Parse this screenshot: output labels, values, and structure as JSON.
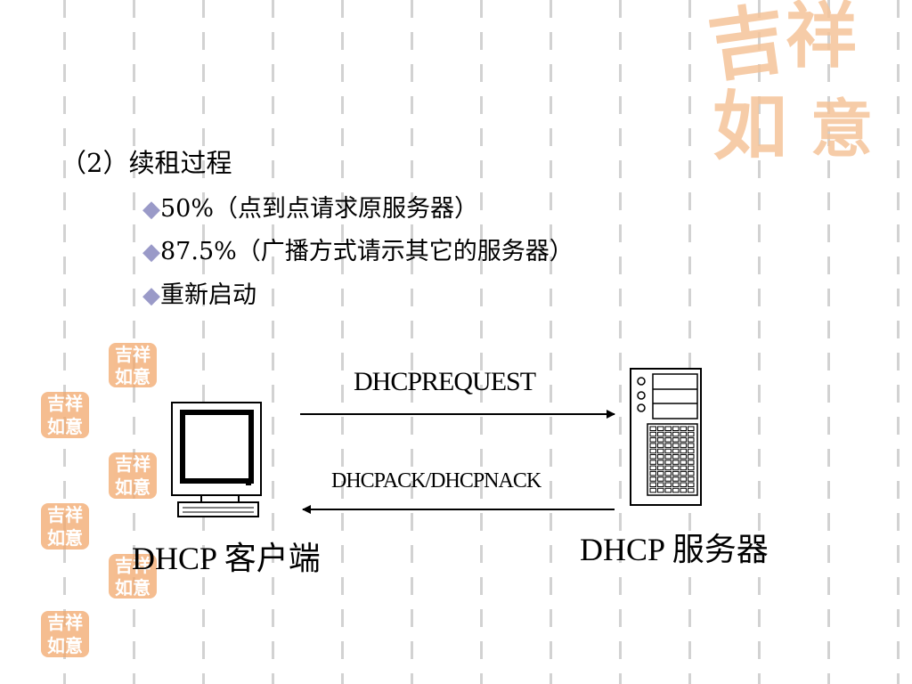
{
  "slide": {
    "title": "（2）续租过程",
    "bullets": [
      {
        "icon": "diamond-bullet-icon",
        "text": "50%（点到点请求原服务器）"
      },
      {
        "icon": "diamond-bullet-icon",
        "text": "87.5%（广播方式请示其它的服务器）"
      },
      {
        "icon": "diamond-bullet-icon",
        "text": "重新启动"
      }
    ]
  },
  "diagram": {
    "client_label": "DHCP 客户端",
    "server_label": "DHCP 服务器",
    "request_label": "DHCPREQUEST",
    "response_label": "DHCPACK/DHCPNACK",
    "request_direction": "client-to-server",
    "response_direction": "server-to-client"
  },
  "decoration": {
    "logo_text": "吉祥如意",
    "logo_color": "#f5c49a",
    "seal_color": "#f2a86c",
    "bullet_color": "#9a9ac8",
    "rule_color": "#d2d2d2"
  }
}
